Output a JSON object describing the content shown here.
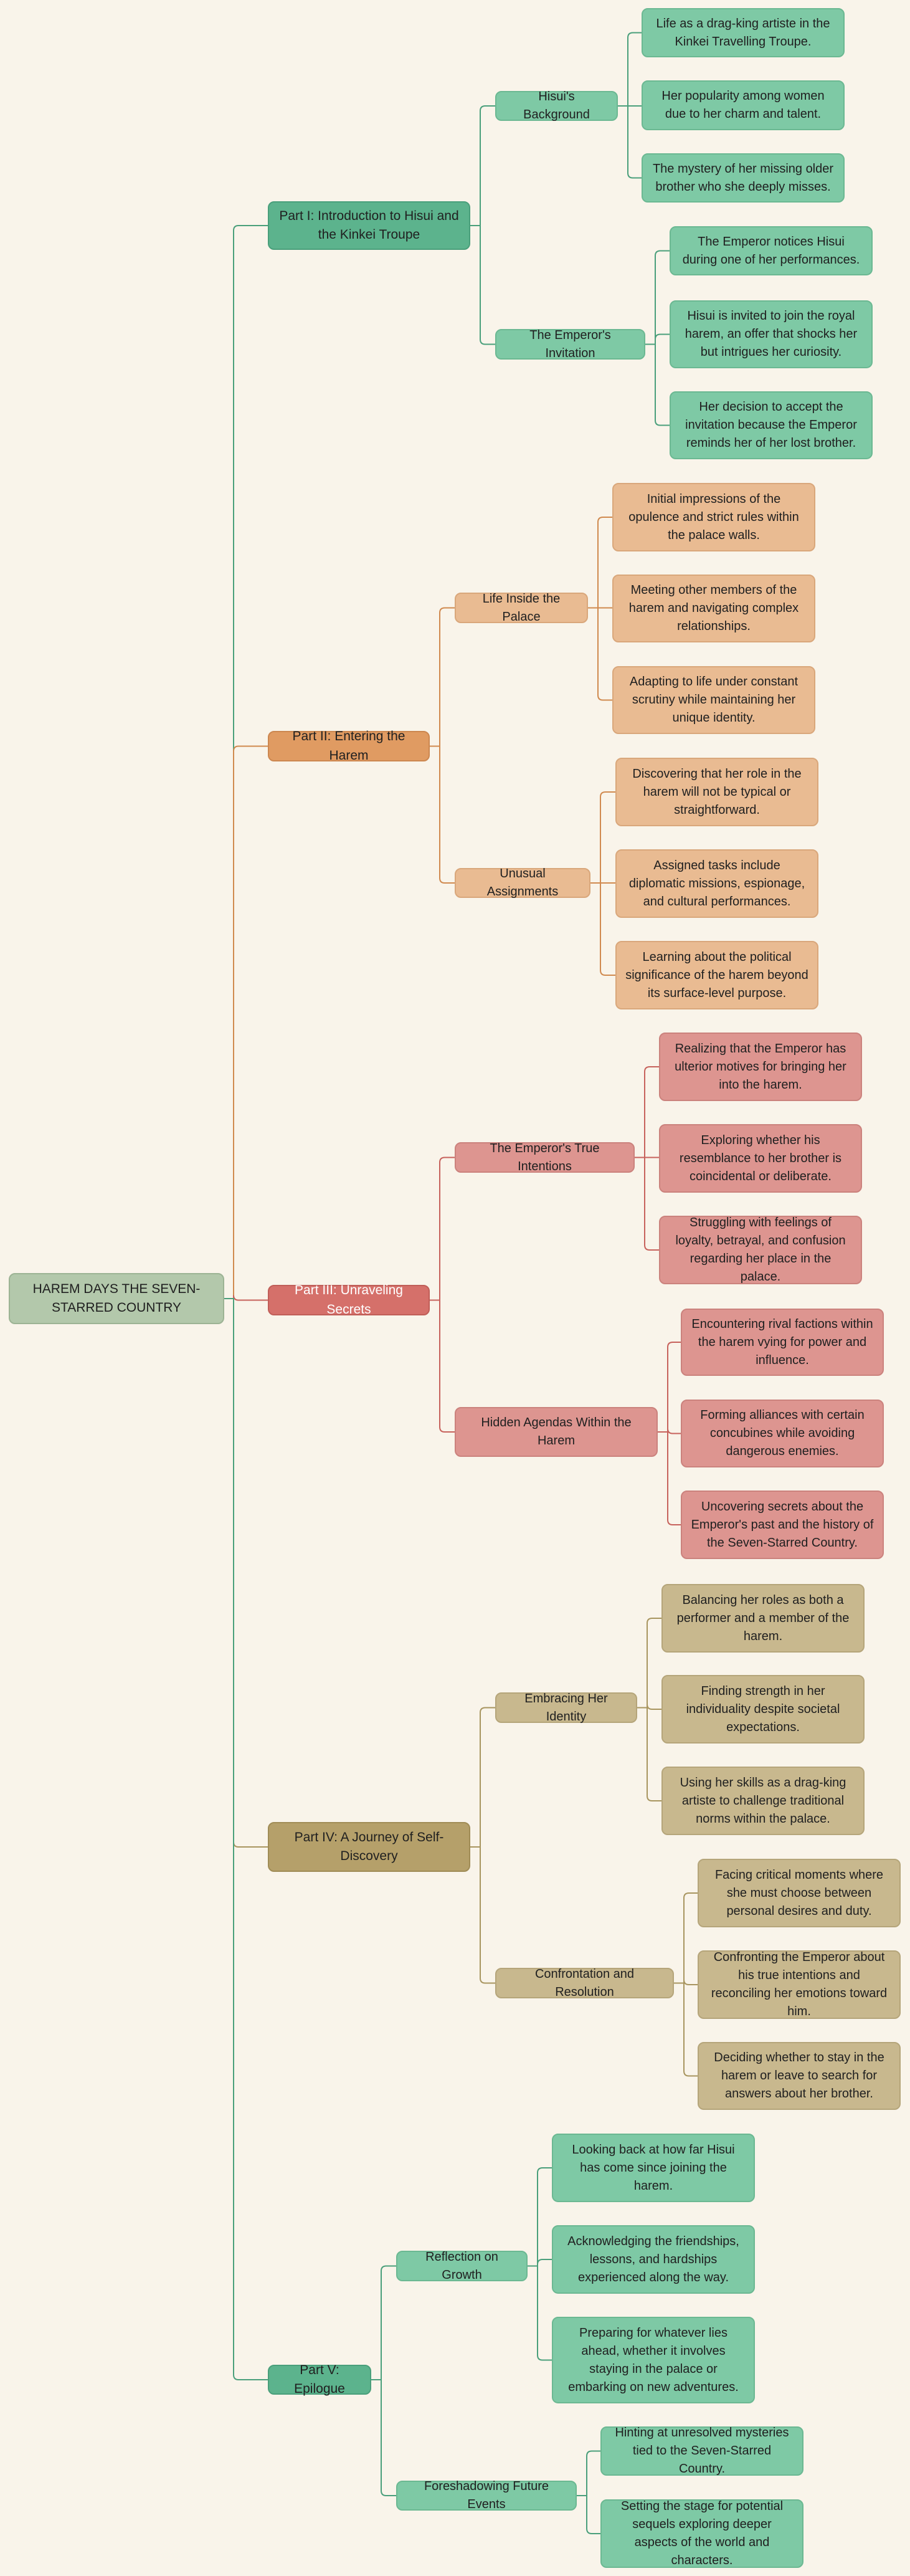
{
  "root": {
    "label": "HAREM DAYS THE SEVEN-STARRED COUNTRY"
  },
  "parts": [
    {
      "label": "Part I: Introduction to Hisui and the Kinkei Troupe",
      "color": "#4a9f7b",
      "sections": [
        {
          "label": "Hisui's Background",
          "items": [
            "Life as a drag-king artiste in the Kinkei Travelling Troupe.",
            "Her popularity among women due to her charm and talent.",
            "The mystery of her missing older brother who she deeply misses."
          ]
        },
        {
          "label": "The Emperor's Invitation",
          "items": [
            "The Emperor notices Hisui during one of her performances.",
            "Hisui is invited to join the royal harem, an offer that shocks her but intrigues her curiosity.",
            "Her decision to accept the invitation because the Emperor reminds her of her lost brother."
          ]
        }
      ]
    },
    {
      "label": "Part II: Entering the Harem",
      "color": "#d08a4f",
      "sections": [
        {
          "label": "Life Inside the Palace",
          "items": [
            "Initial impressions of the opulence and strict rules within the palace walls.",
            "Meeting other members of the harem and navigating complex relationships.",
            "Adapting to life under constant scrutiny while maintaining her unique identity."
          ]
        },
        {
          "label": "Unusual Assignments",
          "items": [
            "Discovering that her role in the harem will not be typical or straightforward.",
            "Assigned tasks include diplomatic missions, espionage, and cultural performances.",
            "Learning about the political significance of the harem beyond its surface-level purpose."
          ]
        }
      ]
    },
    {
      "label": "Part III: Unraveling Secrets",
      "color": "#c7625c",
      "sections": [
        {
          "label": "The Emperor's True Intentions",
          "items": [
            "Realizing that the Emperor has ulterior motives for bringing her into the harem.",
            "Exploring whether his resemblance to her brother is coincidental or deliberate.",
            "Struggling with feelings of loyalty, betrayal, and confusion regarding her place in the palace."
          ]
        },
        {
          "label": "Hidden Agendas Within the Harem",
          "items": [
            "Encountering rival factions within the harem vying for power and influence.",
            "Forming alliances with certain concubines while avoiding dangerous enemies.",
            "Uncovering secrets about the Emperor's past and the history of the Seven-Starred Country."
          ]
        }
      ]
    },
    {
      "label": "Part IV: A Journey of Self-Discovery",
      "color": "#a8955f",
      "sections": [
        {
          "label": "Embracing Her Identity",
          "items": [
            "Balancing her roles as both a performer and a member of the harem.",
            "Finding strength in her individuality despite societal expectations.",
            "Using her skills as a drag-king artiste to challenge traditional norms within the palace."
          ]
        },
        {
          "label": "Confrontation and Resolution",
          "items": [
            "Facing critical moments where she must choose between personal desires and duty.",
            "Confronting the Emperor about his true intentions and reconciling her emotions toward him.",
            "Deciding whether to stay in the harem or leave to search for answers about her brother."
          ]
        }
      ]
    },
    {
      "label": "Part V: Epilogue",
      "color": "#4a9f7b",
      "sections": [
        {
          "label": "Reflection on Growth",
          "items": [
            "Looking back at how far Hisui has come since joining the harem.",
            "Acknowledging the friendships, lessons, and hardships experienced along the way.",
            "Preparing for whatever lies ahead, whether it involves staying in the palace or embarking on new adventures."
          ]
        },
        {
          "label": "Foreshadowing Future Events",
          "items": [
            "Hinting at unresolved mysteries tied to the Seven-Starred Country.",
            "Setting the stage for potential sequels exploring deeper aspects of the world and characters."
          ]
        }
      ]
    }
  ]
}
